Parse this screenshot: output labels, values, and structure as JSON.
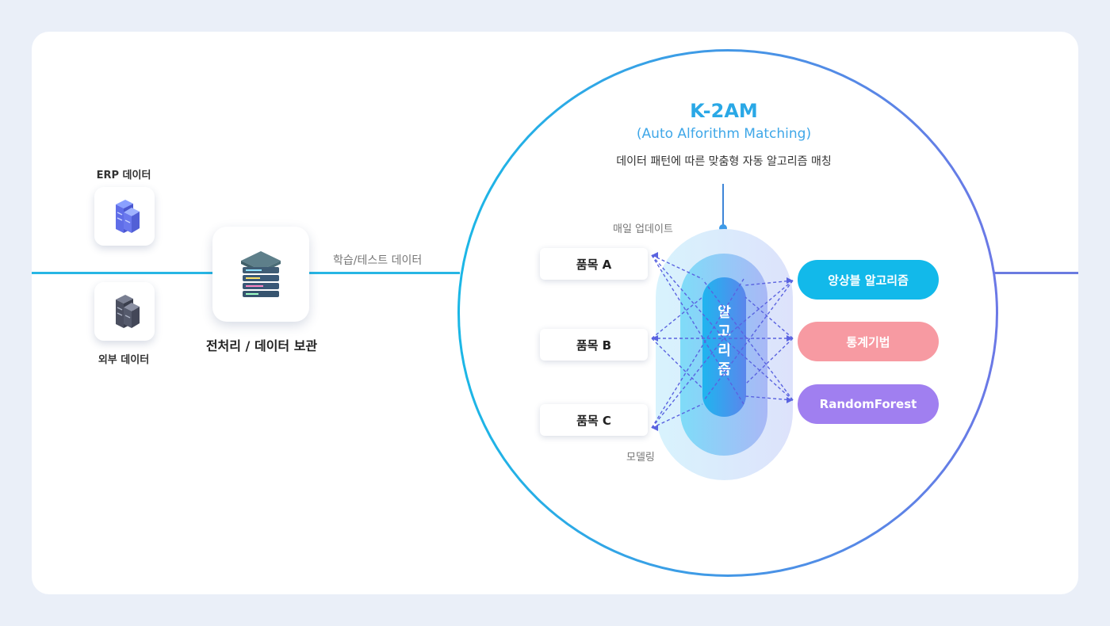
{
  "sources": {
    "erp": {
      "label": "ERP 데이터",
      "icon": "blue-server-icon"
    },
    "external": {
      "label": "외부 데이터",
      "icon": "dark-server-icon"
    }
  },
  "preprocess": {
    "label": "전처리 / 데이터 보관",
    "icon": "server-stack-icon"
  },
  "flow_label": "학습/테스트 데이터",
  "k2am": {
    "title": "K-2AM",
    "subtitle": "(Auto Alforithm Matching)",
    "description": "데이터 패턴에 따른 맞춤형 자동 알고리즘 매칭",
    "daily_update": "매일 업데이트",
    "modeling": "모델링",
    "core_chars": [
      "알",
      "고",
      "리",
      "즘"
    ],
    "items": [
      "품목 A",
      "품목 B",
      "품목 C"
    ],
    "algorithms": [
      {
        "label": "앙상블 알고리즘",
        "color": "#12b9ea"
      },
      {
        "label": "통계기법",
        "color": "#f79aa2"
      },
      {
        "label": "RandomForest",
        "color": "#a07ff0"
      }
    ]
  }
}
